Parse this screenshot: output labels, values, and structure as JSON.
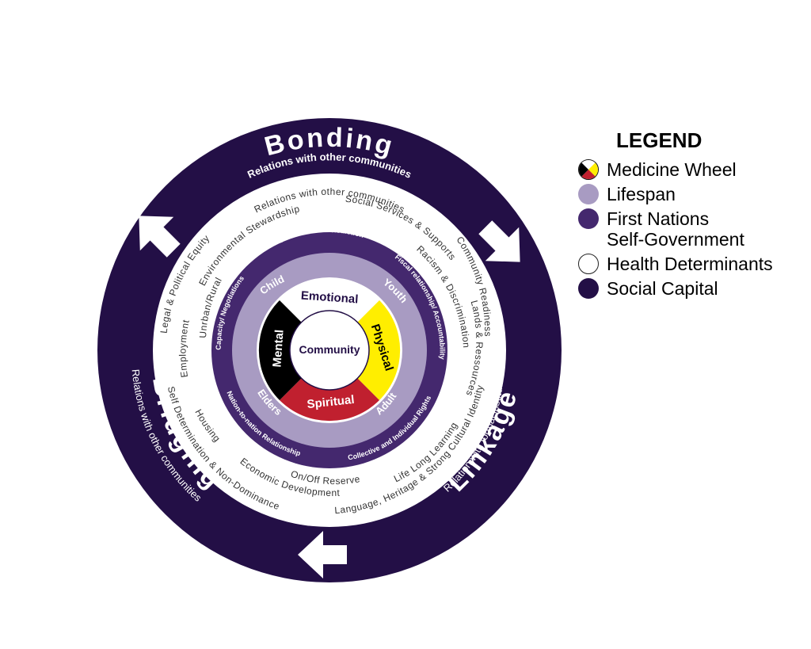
{
  "legend": {
    "title": "LEGEND",
    "items": [
      {
        "label": "Medicine Wheel",
        "swatch": "medicine-wheel"
      },
      {
        "label": "Lifespan",
        "color": "#a89bc2"
      },
      {
        "label": "First Nations\nSelf-Government",
        "color": "#44286e"
      },
      {
        "label": "Health Determinants",
        "color": "#ffffff"
      },
      {
        "label": "Social Capital",
        "color": "#230f46"
      }
    ]
  },
  "colors": {
    "social_capital": "#230f46",
    "first_nations": "#44286e",
    "lifespan": "#a89bc2",
    "mental": "#000000",
    "emotional": "#ffffff",
    "physical": "#ffee00",
    "spiritual": "#c0202f"
  },
  "outer_ring": {
    "bonding": "Bonding",
    "bonding_sub": "Relations with other communities",
    "bridging": "Bridging",
    "bridging_sub": "Relations with other communities",
    "linkage": "Linkage",
    "linkage_sub": "Relation with formal institutions",
    "arrow_icon": "arrow-icon"
  },
  "health_determinants": {
    "relations": "Relations with other communities",
    "social_services": "Social Services & Supports",
    "community_readiness": "Community Readiness",
    "racism": "Racism & Discrimination",
    "lands": "Lands & Ressources",
    "language": "Language, Heritage & Strong Cultural Identity",
    "life_long": "Life Long Learning",
    "economic": "Economic Development",
    "on_off": "On/Off Reserve",
    "self_determination": "Self Determination & Non-Dominance",
    "housing": "Housing",
    "employment": "Employment",
    "legal": "Legal & Political Equity",
    "environmental": "Environmental Stewardship",
    "urban_rural": "Unrban/Rural"
  },
  "self_government": {
    "jurisdiction": "Self-government/ Jurisdiction",
    "fiscal": "Fiscal relationship/ Accountability",
    "rights": "Collective and Individual Rights",
    "nation": "Nation-to-nation Relationship",
    "capacity": "Capacity/ Negotiations"
  },
  "lifespan": {
    "child": "Child",
    "youth": "Youth",
    "adult": "Adult",
    "elders": "Elders"
  },
  "medicine_wheel": {
    "emotional": "Emotional",
    "physical": "Physical",
    "spiritual": "Spiritual",
    "mental": "Mental",
    "center": "Community"
  }
}
